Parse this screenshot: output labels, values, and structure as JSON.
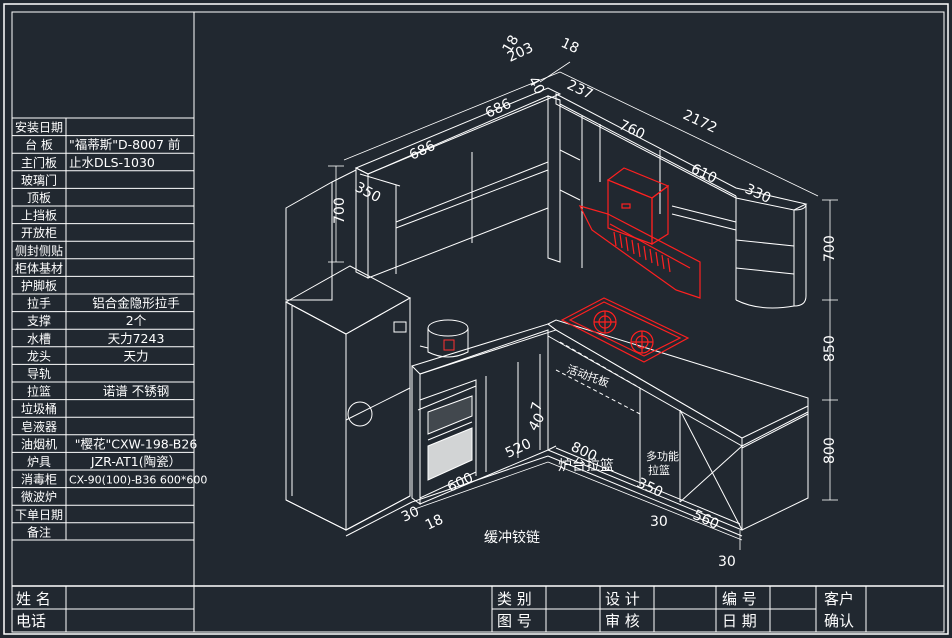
{
  "spec_table": {
    "rows": [
      {
        "label": "安装日期",
        "value": ""
      },
      {
        "label": "台  板",
        "value": "\"福蒂斯\"D-8007  前"
      },
      {
        "label": "主门板",
        "value": "止水DLS-1030"
      },
      {
        "label": "玻璃门",
        "value": ""
      },
      {
        "label": "顶板",
        "value": ""
      },
      {
        "label": "上挡板",
        "value": ""
      },
      {
        "label": "开放柜",
        "value": ""
      },
      {
        "label": "侧封侧贴",
        "value": ""
      },
      {
        "label": "柜体基材",
        "value": ""
      },
      {
        "label": "护脚板",
        "value": ""
      },
      {
        "label": "拉手",
        "value": "铝合金隐形拉手"
      },
      {
        "label": "支撑",
        "value": "2个"
      },
      {
        "label": "水槽",
        "value": "天力7243"
      },
      {
        "label": "龙头",
        "value": "天力"
      },
      {
        "label": "导轨",
        "value": ""
      },
      {
        "label": "拉篮",
        "value": "诺谱  不锈钢"
      },
      {
        "label": "垃圾桶",
        "value": ""
      },
      {
        "label": "皂液器",
        "value": ""
      },
      {
        "label": "油烟机",
        "value": "\"樱花\"CXW-198-B26"
      },
      {
        "label": "炉具",
        "value": "JZR-AT1(陶瓷）"
      },
      {
        "label": "消毒柜",
        "value": "CX-90(100)-B36   600*600"
      },
      {
        "label": "微波炉",
        "value": ""
      },
      {
        "label": "下单日期",
        "value": ""
      },
      {
        "label": "备注",
        "value": ""
      }
    ]
  },
  "title_block": {
    "name_label": "姓  名",
    "phone_label": "电话",
    "category_label": "类  别",
    "drawing_no_label": "图  号",
    "design_label": "设  计",
    "review_label": "审  核",
    "number_label": "编  号",
    "date_label": "日  期",
    "customer_label": "客户",
    "confirm_label": "确认"
  },
  "dimensions": {
    "d203": "203",
    "d18a": "18",
    "d18b": "18",
    "d40": "40",
    "d686a": "686",
    "d686b": "686",
    "d350a": "350",
    "d700a": "700",
    "d237": "237",
    "d760": "760",
    "d2172": "2172",
    "d610": "610",
    "d330": "330",
    "d700b": "700",
    "d850": "850",
    "d800v": "800",
    "d30a": "30",
    "d18c": "18",
    "d600": "600",
    "d520": "520",
    "d40b": "40",
    "d800": "800",
    "d350b": "350",
    "d30b": "30",
    "d560": "560",
    "d30c": "30",
    "d7": "7"
  },
  "annotations": {
    "activity_shelf": "活动托板",
    "stove_basket": "炉台拉篮",
    "multi_basket_1": "多功能",
    "multi_basket_2": "拉篮",
    "buffer_hinge": "缓冲铰链"
  }
}
